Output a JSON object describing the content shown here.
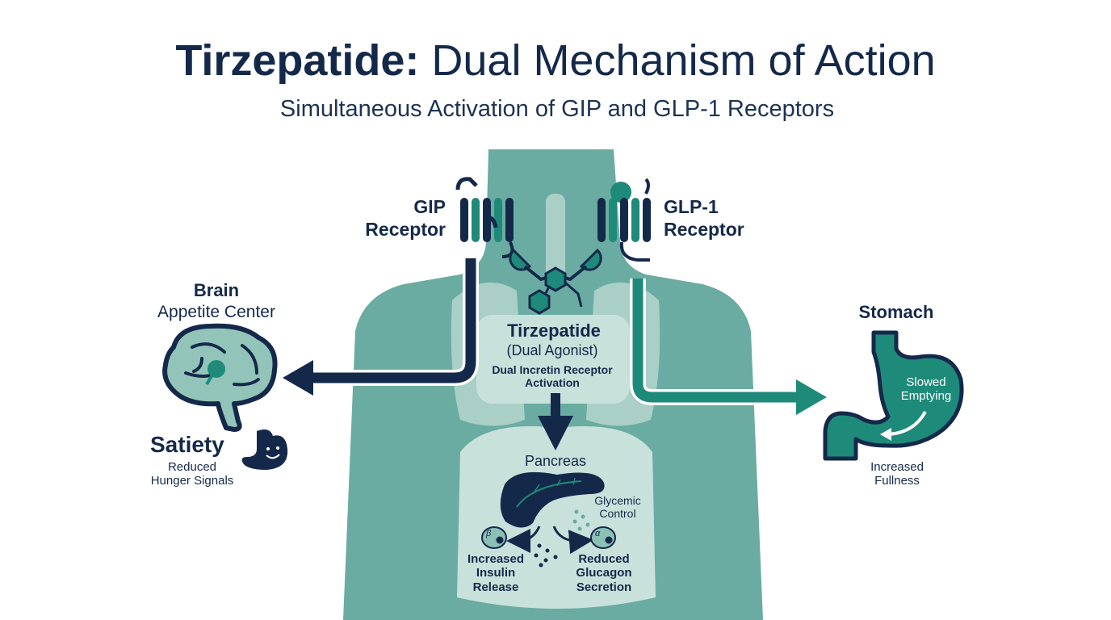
{
  "title": {
    "bold": "Tirzepatide:",
    "regular": "Dual Mechanism of Action"
  },
  "subtitle": "Simultaneous Activation of GIP and GLP-1 Receptors",
  "gip_receptor": {
    "line1": "GIP",
    "line2": "Receptor"
  },
  "glp1_receptor": {
    "line1": "GLP-1",
    "line2": "Receptor"
  },
  "center": {
    "name": "Tirzepatide",
    "type": "(Dual Agonist)",
    "desc_line1": "Dual Incretin Receptor",
    "desc_line2": "Activation"
  },
  "brain": {
    "title": "Brain",
    "subtitle": "Appetite Center",
    "satiety": "Satiety",
    "satiety_line1": "Reduced",
    "satiety_line2": "Hunger Signals"
  },
  "stomach": {
    "title": "Stomach",
    "inner_line1": "Slowed",
    "inner_line2": "Emptying",
    "effect_line1": "Increased",
    "effect_line2": "Fullness"
  },
  "pancreas": {
    "title": "Pancreas",
    "glycemic_line1": "Glycemic",
    "glycemic_line2": "Control",
    "beta_symbol": "β",
    "alpha_symbol": "α",
    "insulin_line1": "Increased",
    "insulin_line2": "Insulin",
    "insulin_line3": "Release",
    "glucagon_line1": "Reduced",
    "glucagon_line2": "Glucagon",
    "glucagon_line3": "Secretion"
  },
  "colors": {
    "navy": "#14294a",
    "teal": "#1e8a7a",
    "body_teal": "#6aaca1",
    "organ_light": "#d6e9e4",
    "brain_fill": "#93c4b9"
  }
}
